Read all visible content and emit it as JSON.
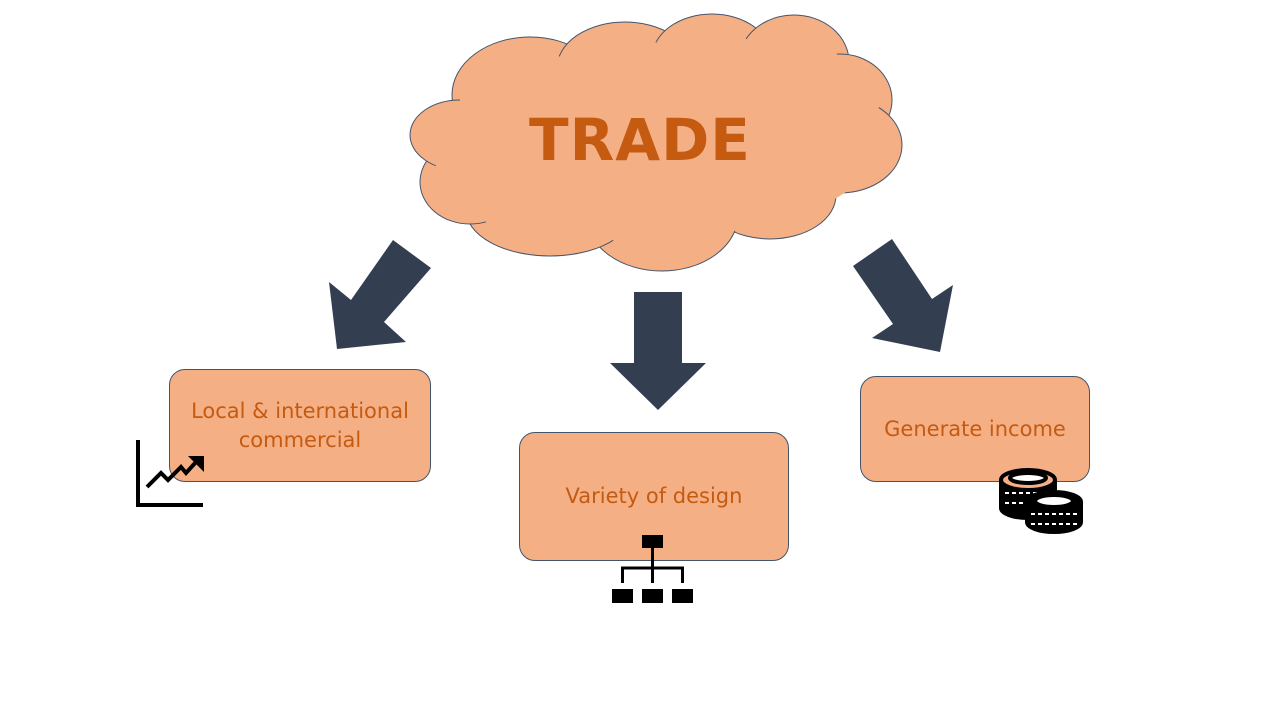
{
  "diagram": {
    "root": "TRADE",
    "branches": [
      {
        "label": "Local & international commercial",
        "icon": "trending-up-chart-icon"
      },
      {
        "label": "Variety of design",
        "icon": "org-hierarchy-icon"
      },
      {
        "label": "Generate income",
        "icon": "coins-icon"
      }
    ]
  },
  "colors": {
    "shape_fill": "#f4b084",
    "shape_border": "#44546a",
    "text": "#c55a11",
    "arrow": "#333f50",
    "icon": "#000000"
  }
}
